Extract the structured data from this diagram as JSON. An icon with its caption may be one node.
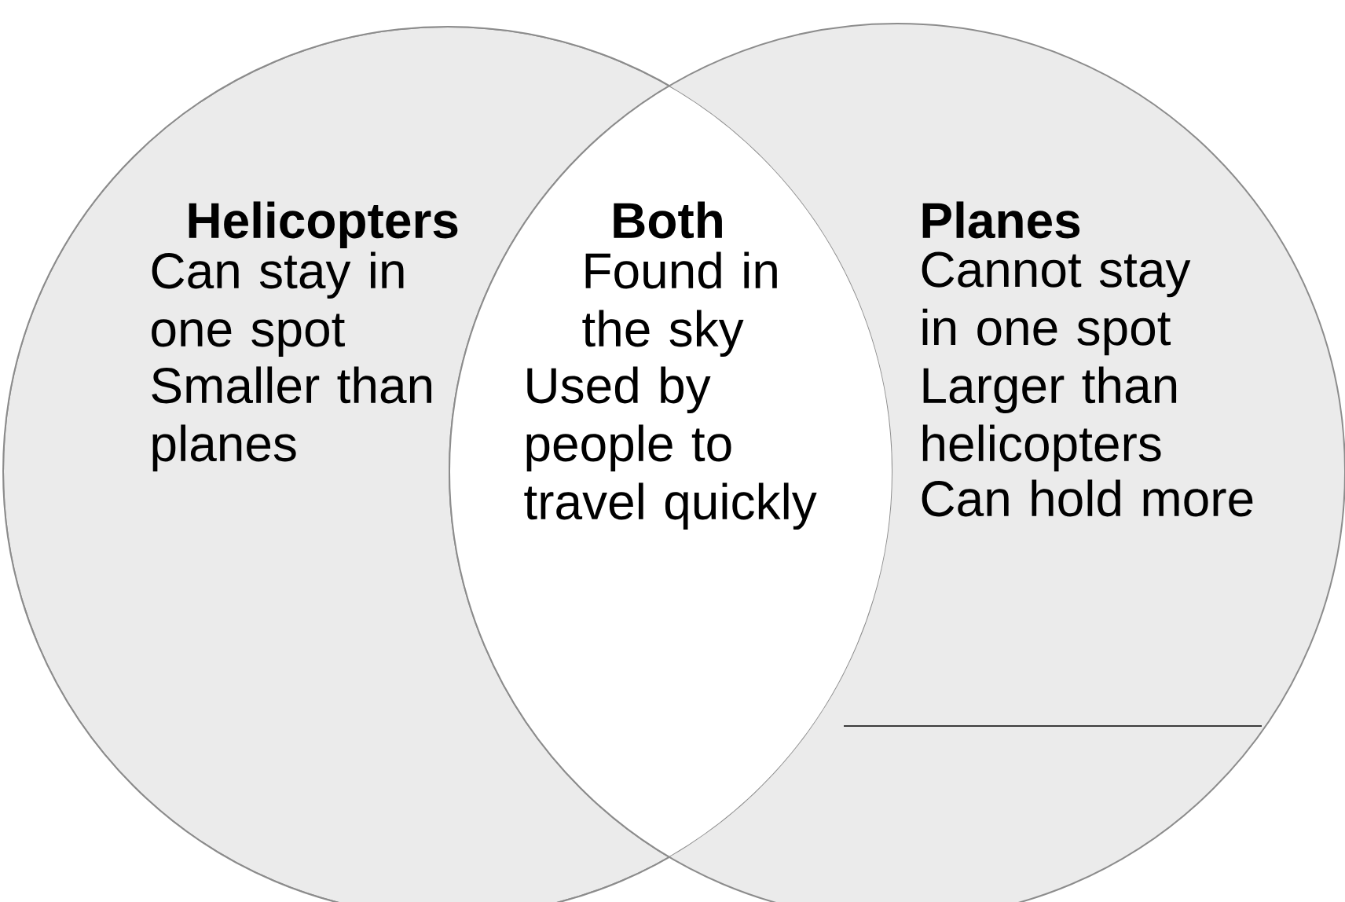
{
  "diagram": {
    "nodes": [
      {
        "text": [
          "Helicopters",
          "Can stay in one spot",
          "Smaller than planes"
        ]
      },
      {
        "text": [
          "Both",
          "Found in the sky",
          "Used by people to travel quickly"
        ]
      },
      {
        "text": [
          "Planes",
          "Cannot stay in one spot",
          "Larger than helicopters",
          "Can hold more"
        ]
      }
    ]
  }
}
